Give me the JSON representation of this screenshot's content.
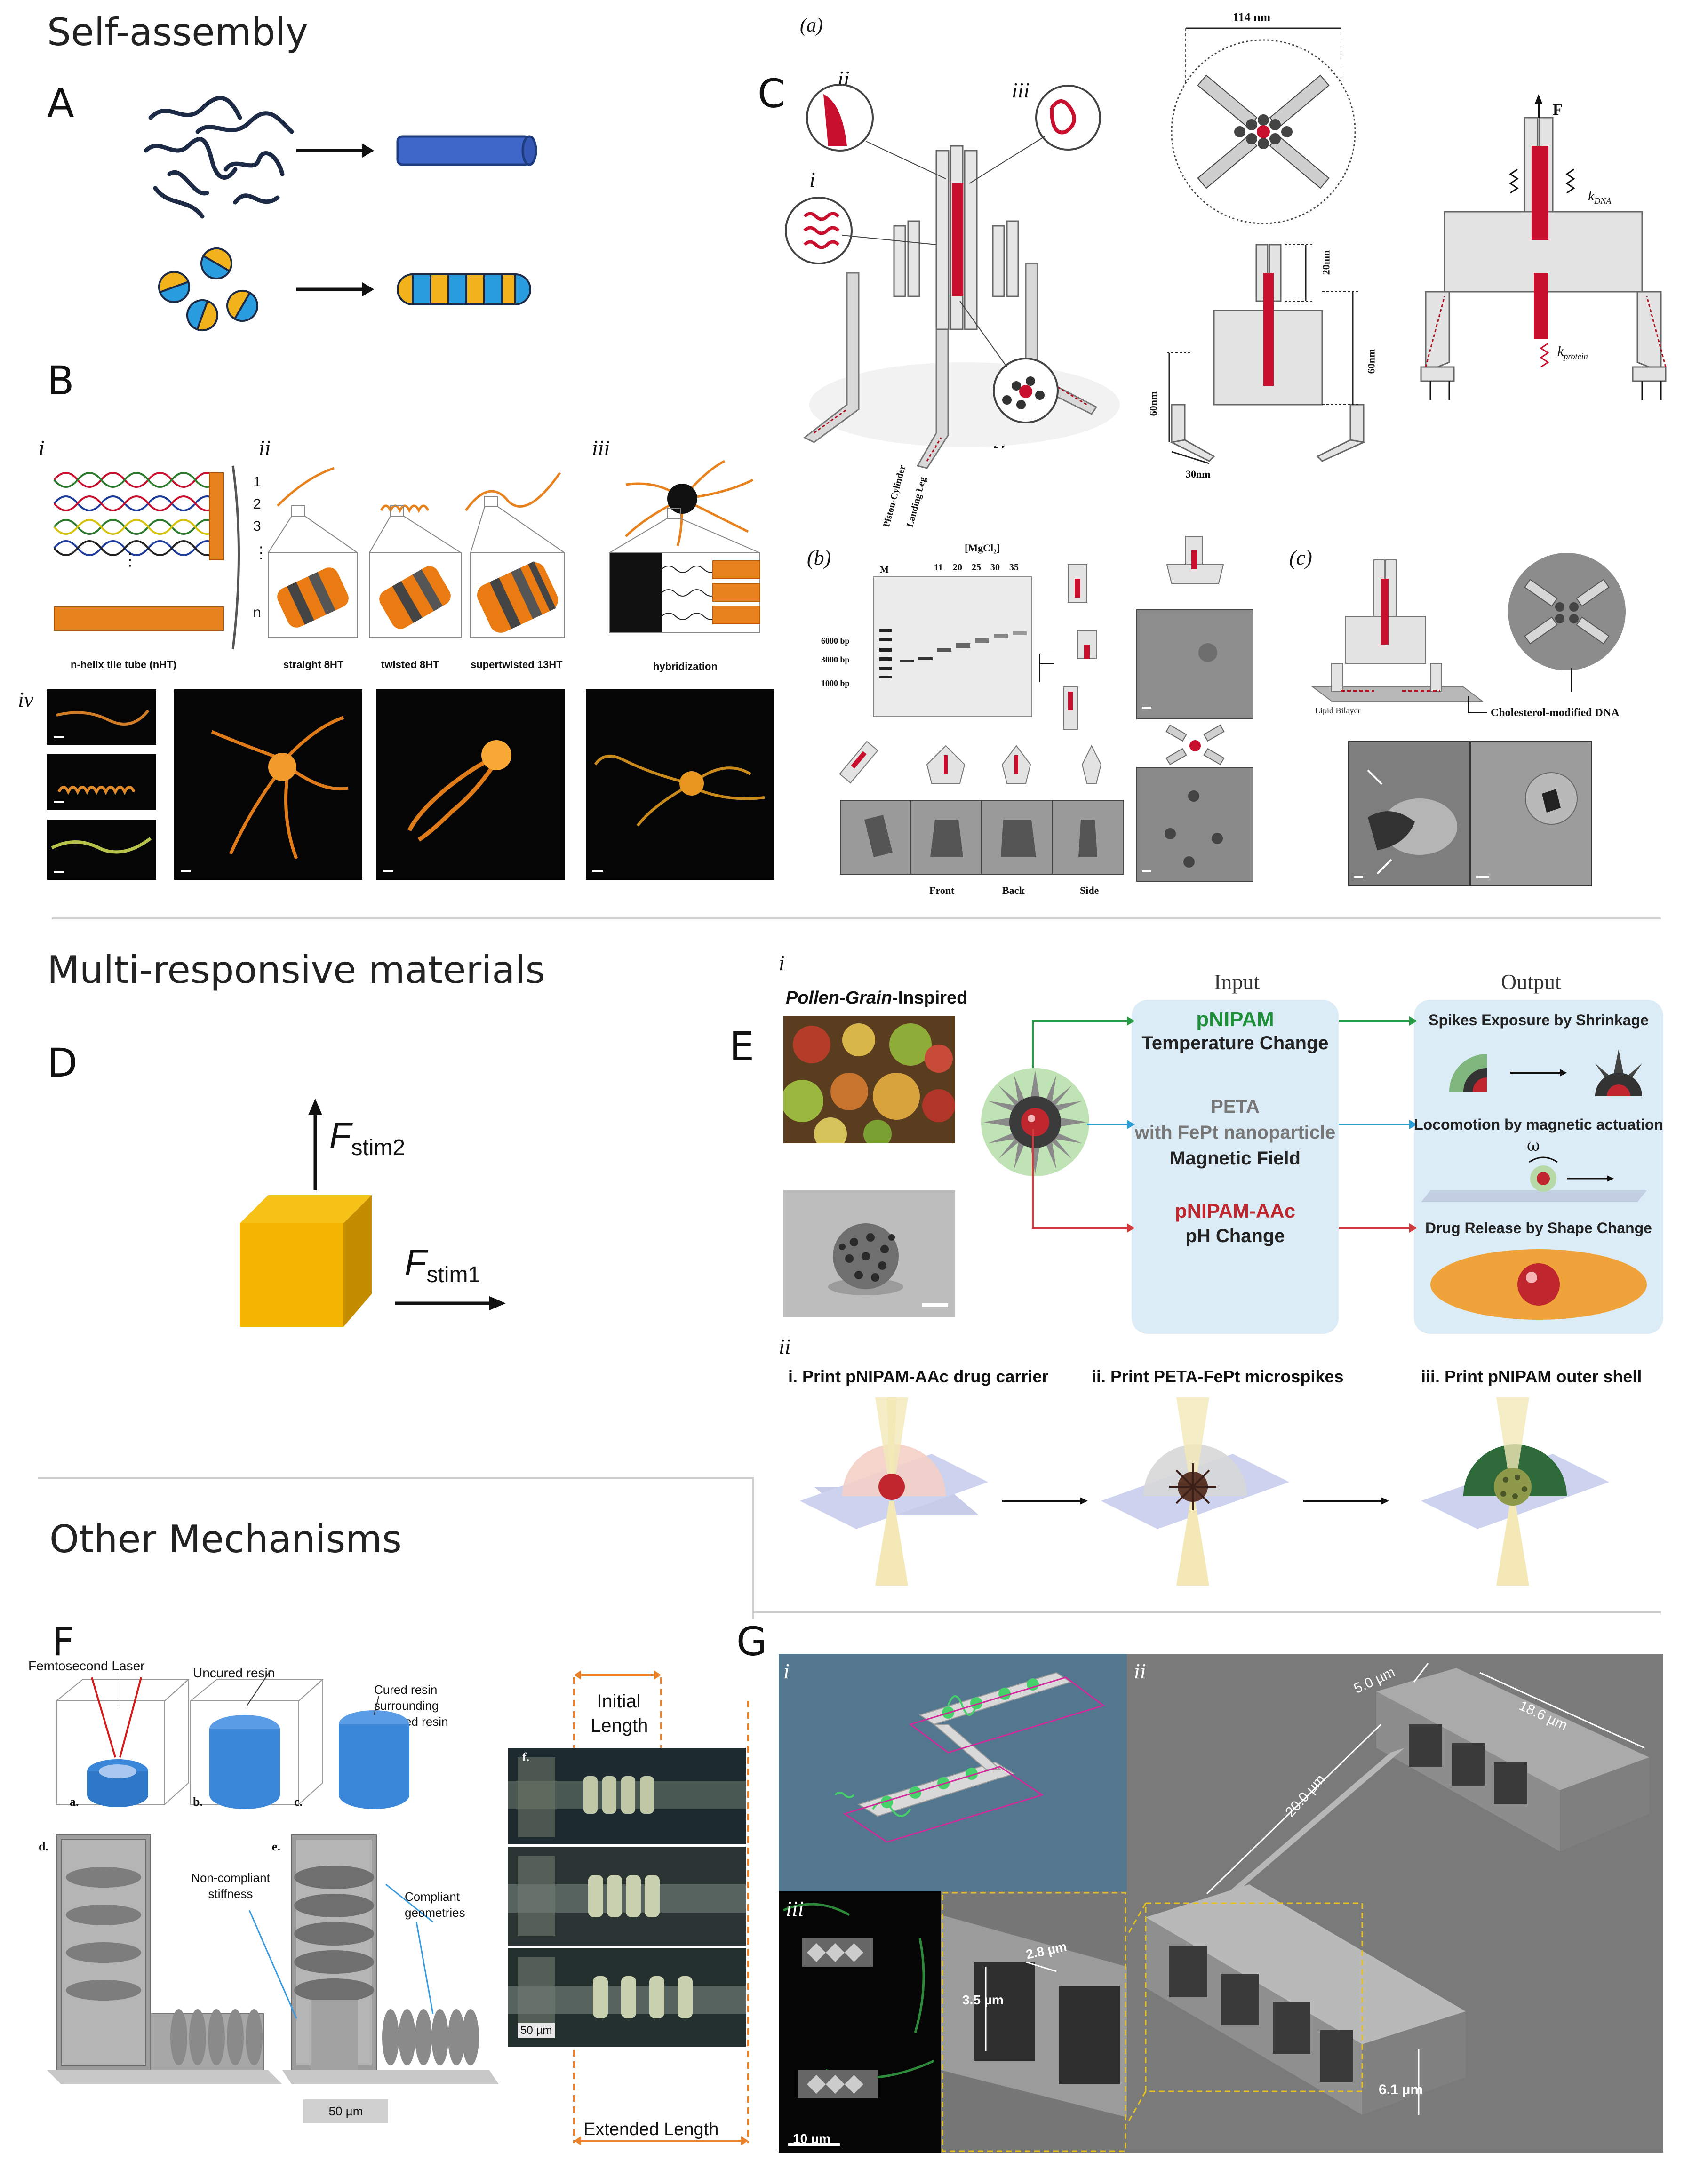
{
  "sections": {
    "self_assembly": "Self-assembly",
    "multi_responsive": "Multi-responsive materials",
    "other": "Other Mechanisms"
  },
  "panels": {
    "A": "A",
    "B": "B",
    "C": "C",
    "D": "D",
    "E": "E",
    "F": "F",
    "G": "G"
  },
  "panel_b": {
    "roman": {
      "i": "i",
      "ii": "ii",
      "iii": "iii",
      "iv": "iv"
    },
    "tube_numbers": [
      "1",
      "2",
      "3",
      "n"
    ],
    "tube_dots": "⋮",
    "caption_i": "n-helix tile tube (nHT)",
    "caption_straight": "straight 8HT",
    "caption_twisted": "twisted 8HT",
    "caption_supertwisted": "supertwisted 13HT",
    "caption_hybrid": "hybridization"
  },
  "panel_c": {
    "a": "(a)",
    "b": "(b)",
    "c": "(c)",
    "roman": {
      "i": "i",
      "ii": "ii",
      "iii": "iii",
      "iv": "iv"
    },
    "dim_114": "114 nm",
    "dim_20": "20nm",
    "dim_60a": "60nm",
    "dim_60b": "60nm",
    "dim_30": "30nm",
    "force": "F",
    "k_dna": "k",
    "k_dna_sub": "DNA",
    "k_protein": "k",
    "k_protein_sub": "protein",
    "gel_lanes": [
      "M",
      "Piston-Cylinder",
      "Landing Leg",
      "11",
      "20",
      "25",
      "30",
      "35"
    ],
    "gel_header": "[MgCl₂]",
    "ladder": [
      "6000 bp",
      "3000 bp",
      "1000 bp"
    ],
    "views": [
      "Front",
      "Back",
      "Side"
    ],
    "lipid": "Lipid Bilayer",
    "cholesterol": "Cholesterol-modified DNA"
  },
  "panel_d": {
    "f2": "F",
    "f2_sub": "stim2",
    "f1": "F",
    "f1_sub": "stim1"
  },
  "panel_e": {
    "i": "i",
    "ii": "ii",
    "pollen_italic": "Pollen-Grain",
    "pollen_rest": "-Inspired",
    "input_header": "Input",
    "output_header": "Output",
    "in1_title": "pNIPAM",
    "in1_sub": "Temperature Change",
    "in2_title": "PETA",
    "in2_line2": "with FePt nanoparticle",
    "in2_sub": "Magnetic Field",
    "in3_title": "pNIPAM-AAc",
    "in3_sub": "pH Change",
    "out1": "Spikes Exposure by Shrinkage",
    "out2": "Locomotion by magnetic actuation",
    "omega": "ω",
    "out3": "Drug Release by Shape Change",
    "step1": "i. Print pNIPAM-AAc drug carrier",
    "step2": "ii. Print PETA-FePt microspikes",
    "step3": "iii. Print pNIPAM outer shell"
  },
  "panel_f": {
    "femto": "Femtosecond Laser",
    "uncured": "Uncured resin",
    "cured": "Cured resin surrounding uncured resin",
    "a": "a.",
    "b": "b.",
    "c": "c.",
    "d": "d.",
    "e": "e.",
    "f": "f.",
    "noncompliant": "Non-compliant stiffness",
    "compliant": "Compliant geometries",
    "scale1": "50 µm",
    "scale2": "50 µm",
    "initial": "Initial Length",
    "extended": "Extended Length"
  },
  "panel_g": {
    "i": "i",
    "ii": "ii",
    "iii": "iii",
    "dim_5": "5.0 µm",
    "dim_186": "18.6 µm",
    "dim_20": "20.0 µm",
    "dim_35": "3.5 µm",
    "dim_28": "2.8 µm",
    "dim_61": "6.1 µm",
    "scale": "10 µm"
  },
  "colors": {
    "orange": "#e8821e",
    "dna_red": "#c8102e",
    "blue_rod": "#3f67c9",
    "cube": "#f5b400",
    "panel_bg": "#dcecf7",
    "green_text": "#1f8f3a",
    "red_text": "#c0262e"
  }
}
